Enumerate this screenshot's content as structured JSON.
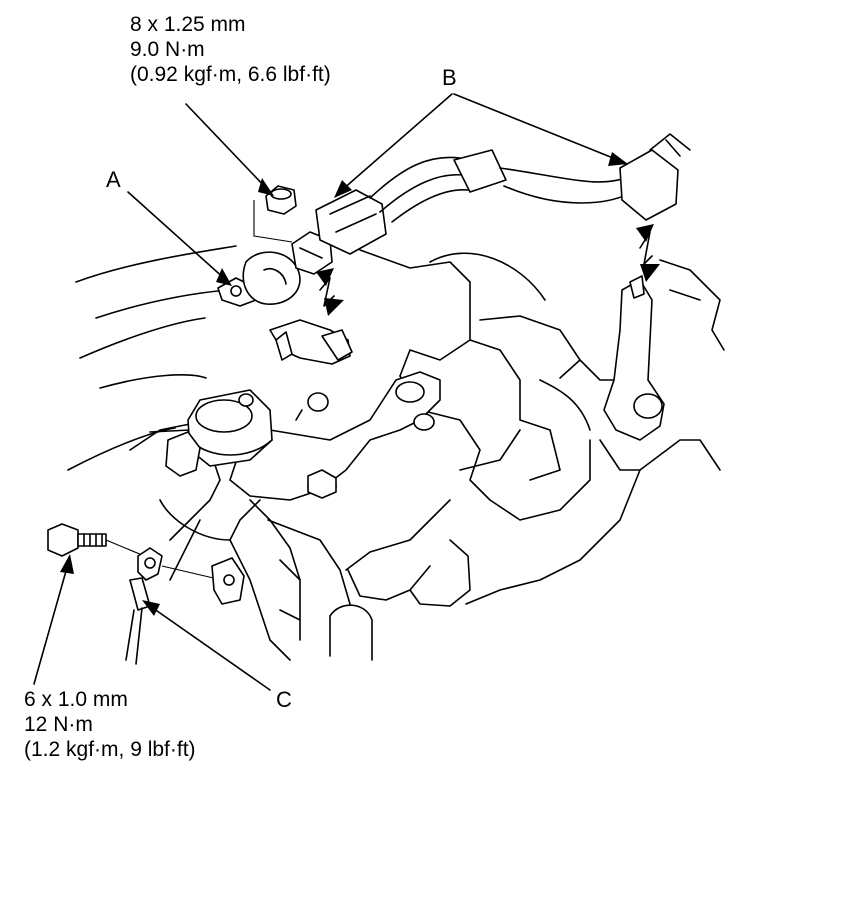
{
  "specs": {
    "upper": {
      "size": "8 x 1.25 mm",
      "torque": "9.0 N·m",
      "alt": "(0.92 kgf·m, 6.6 lbf·ft)"
    },
    "lower": {
      "size": "6 x 1.0 mm",
      "torque": "12 N·m",
      "alt": "(1.2 kgf·m, 9 lbf·ft)"
    }
  },
  "callouts": {
    "a": "A",
    "b": "B",
    "c": "C"
  }
}
